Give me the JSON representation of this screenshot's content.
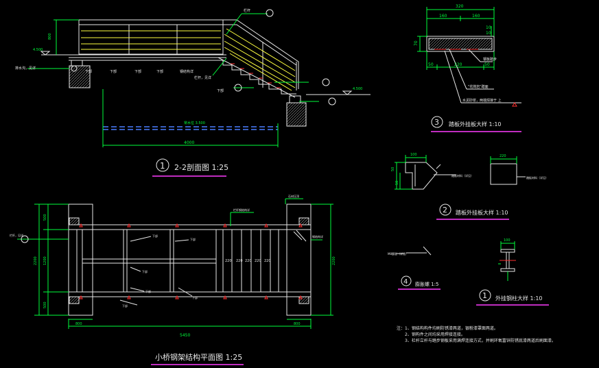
{
  "colors": {
    "background": "#000000",
    "line": "#e8e8e8",
    "dimension": "#00ff3c",
    "rail": "#ffff40",
    "marker": "#ff3030",
    "title_underline": "#ff3cff",
    "water": "#4a7dff"
  },
  "section": {
    "title_num": "1",
    "title": "2-2剖面图  1:25",
    "dim_total": "4000",
    "dim_height": "800",
    "water_label": "常水位 3.500",
    "level_left": "4.500",
    "level_right": "4.500",
    "labels": [
      "排水沟，见详",
      "下部",
      "下部",
      "下部",
      "下部",
      "钢结构详",
      "栏杆，见详",
      "下部",
      "栏杆"
    ]
  },
  "plan": {
    "title": "小桥钢架结构平面图  1:25",
    "dim_total": "5450",
    "dim_left": "800",
    "dim_right": "800",
    "dim_h_total": "2200",
    "dim_h_parts": [
      "500",
      "1200",
      "500"
    ],
    "dim_h_right": "2200",
    "spacing_dims": [
      "220",
      "220",
      "220",
      "220",
      "220"
    ],
    "callout": "栏杆钢结构详",
    "left_note": "栏杆，见详",
    "right_note": "钢结构详",
    "right_top": "石材压顶"
  },
  "detail3": {
    "num": "3",
    "title": "踏板外挂板大样  1:10",
    "dims_top": [
      "320",
      "160",
      "160"
    ],
    "dims_side": [
      "70",
      "10",
      "10"
    ],
    "dims_bottom": [
      "50",
      "220",
      "50"
    ],
    "notes": [
      "钢板踏步",
      "\"花岗岩\"踏面",
      "水泥砂浆，两端焊接于      上"
    ]
  },
  "detail2": {
    "num": "2",
    "title": "踏板外挂板大样  1:10",
    "dims": [
      "100",
      "50",
      "50",
      "220"
    ],
    "notes": [
      "踏板材料（详见）",
      "踏板材料（详见）"
    ]
  },
  "detail4": {
    "num": "4",
    "title": "膨胀螺  1:5",
    "note": "M8膨胀（详见）"
  },
  "detail1b": {
    "num": "1",
    "title": "外挂钢柱大样  1:10",
    "dim": "100"
  },
  "notes": {
    "label": "注：",
    "items": [
      "1、钢结构构件均刷防锈漆两道，银粉漆罩面两道。",
      "2、钢构件之间均采用焊接连接。",
      "3、栏杆立杆与踏步钢板采用满焊连接方式，并刷环氧富锌防锈底漆两道后刷面漆。"
    ]
  }
}
